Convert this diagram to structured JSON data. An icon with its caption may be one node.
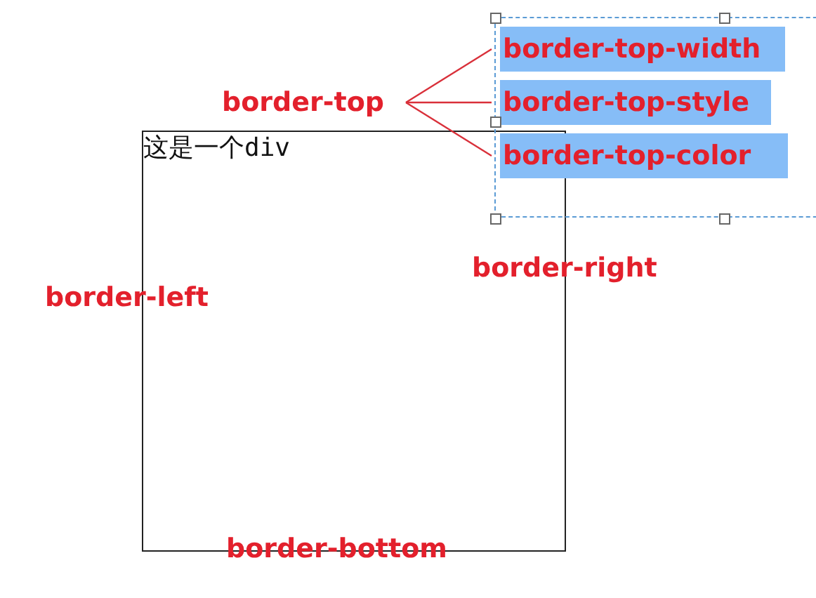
{
  "diagram": {
    "nodes": [
      {
        "text": [
          "这是一个div"
        ]
      },
      {
        "text": [
          "border-top"
        ]
      },
      {
        "text": [],
        "shape": "box"
      },
      {
        "text": [
          "border-top-width"
        ],
        "in": 2
      },
      {
        "text": [
          "border-top-style"
        ],
        "in": 2
      },
      {
        "text": [
          "border-top-color"
        ],
        "in": 2
      }
    ],
    "edges": [
      {
        "from": 1,
        "to": 3,
        "arrow": "none"
      },
      {
        "from": 1,
        "to": 4,
        "arrow": "none"
      },
      {
        "from": 1,
        "to": 5,
        "arrow": "none"
      }
    ],
    "labels": [
      "border-right",
      "border-left",
      "border-bottom"
    ]
  }
}
